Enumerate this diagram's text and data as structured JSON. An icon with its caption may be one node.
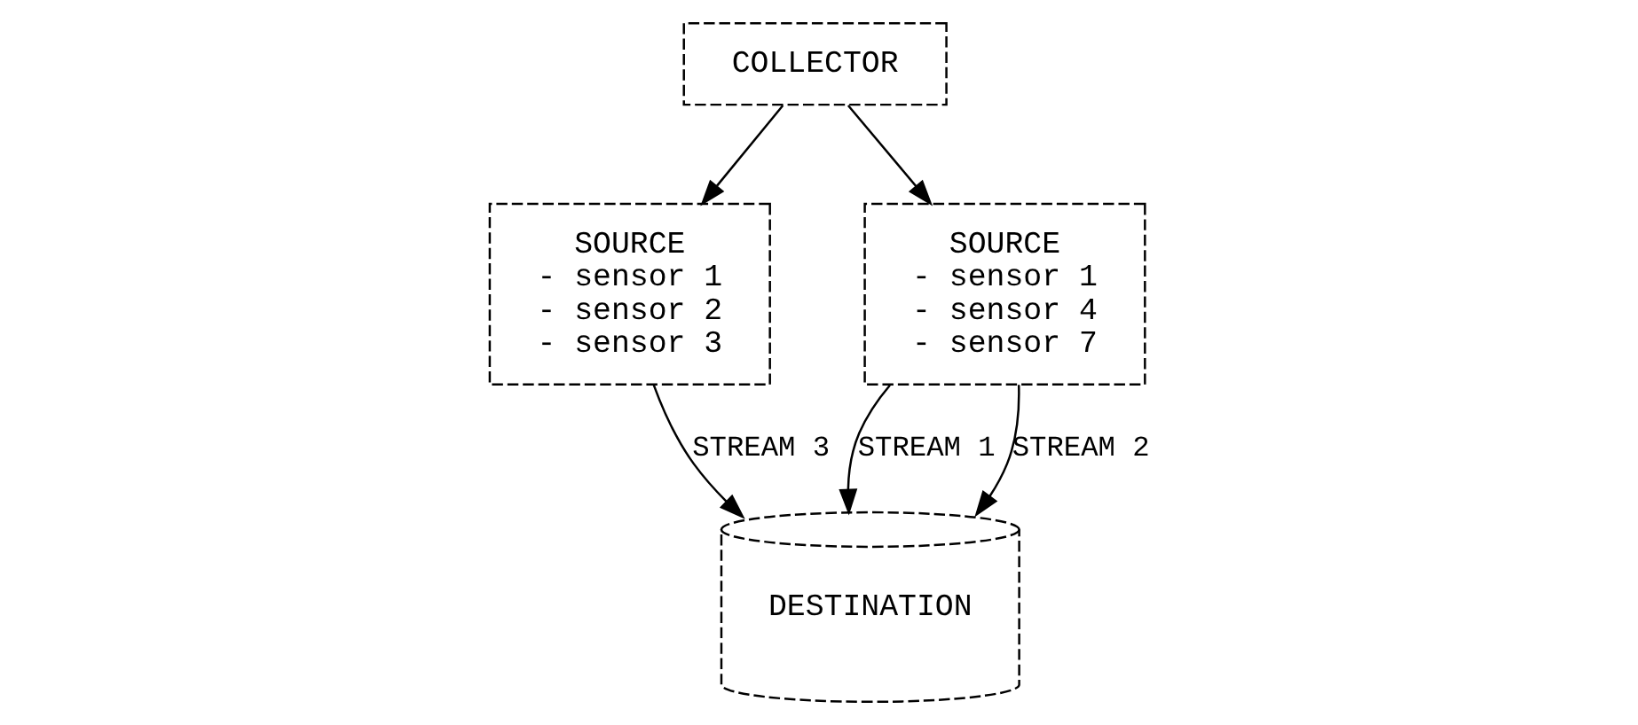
{
  "diagram": {
    "nodes": [
      {
        "text": [
          "COLLECTOR"
        ]
      },
      {
        "text": [
          "SOURCE",
          "- sensor 1",
          "- sensor 2",
          "- sensor 3"
        ]
      },
      {
        "text": [
          "SOURCE",
          "- sensor 1",
          "- sensor 4",
          "- sensor 7"
        ]
      },
      {
        "text": [
          "DESTINATION"
        ]
      }
    ],
    "edges": [
      {
        "from": 0,
        "to": 1,
        "arrow": "to"
      },
      {
        "from": 0,
        "to": 2,
        "arrow": "to"
      },
      {
        "from": 2,
        "to": 3,
        "arrow": "to",
        "label": "STREAM 1"
      },
      {
        "from": 2,
        "to": 3,
        "arrow": "to",
        "label": "STREAM 2"
      },
      {
        "from": 1,
        "to": 3,
        "arrow": "to",
        "label": "STREAM 3"
      }
    ]
  }
}
